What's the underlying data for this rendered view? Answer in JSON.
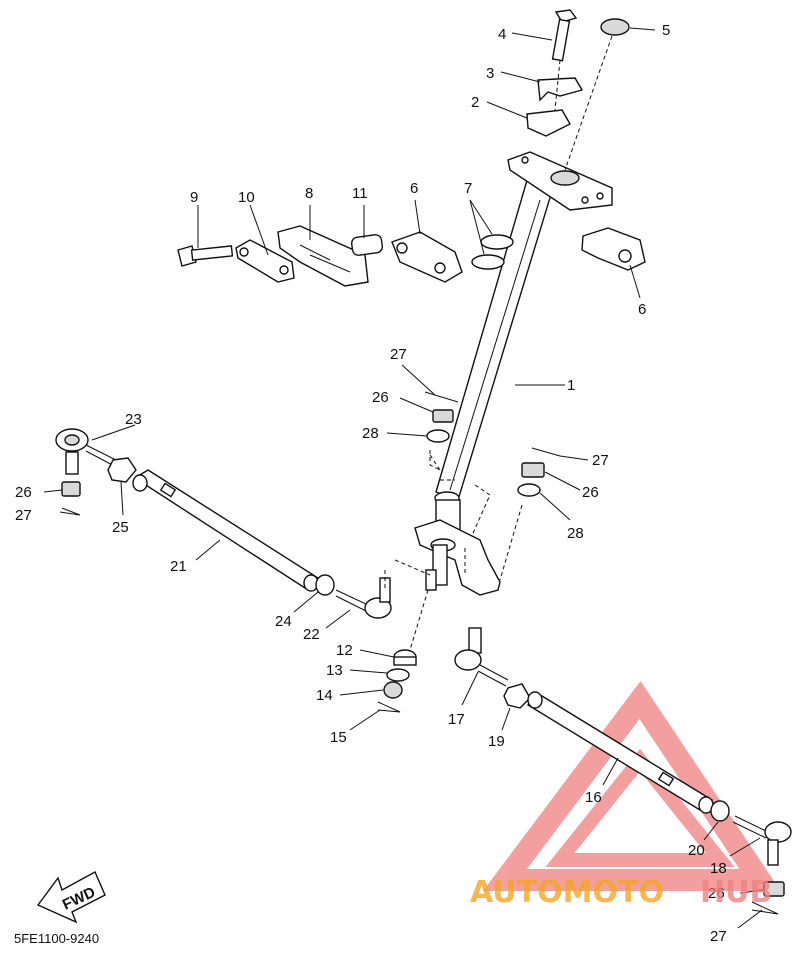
{
  "diagram_code": "5FE1100-9240",
  "fwd_label": "FWD",
  "watermark": {
    "part1": "AUTOMOTO",
    "part2": "HUB",
    "color1": "#f5a623",
    "color2": "#f08080",
    "triangle_color": "#f08080"
  },
  "callouts": [
    "1",
    "2",
    "3",
    "4",
    "5",
    "6",
    "6",
    "7",
    "8",
    "9",
    "10",
    "11",
    "12",
    "13",
    "14",
    "15",
    "16",
    "17",
    "18",
    "19",
    "20",
    "21",
    "22",
    "23",
    "24",
    "25",
    "26",
    "26",
    "26",
    "27",
    "27",
    "27",
    "27",
    "28",
    "28"
  ]
}
